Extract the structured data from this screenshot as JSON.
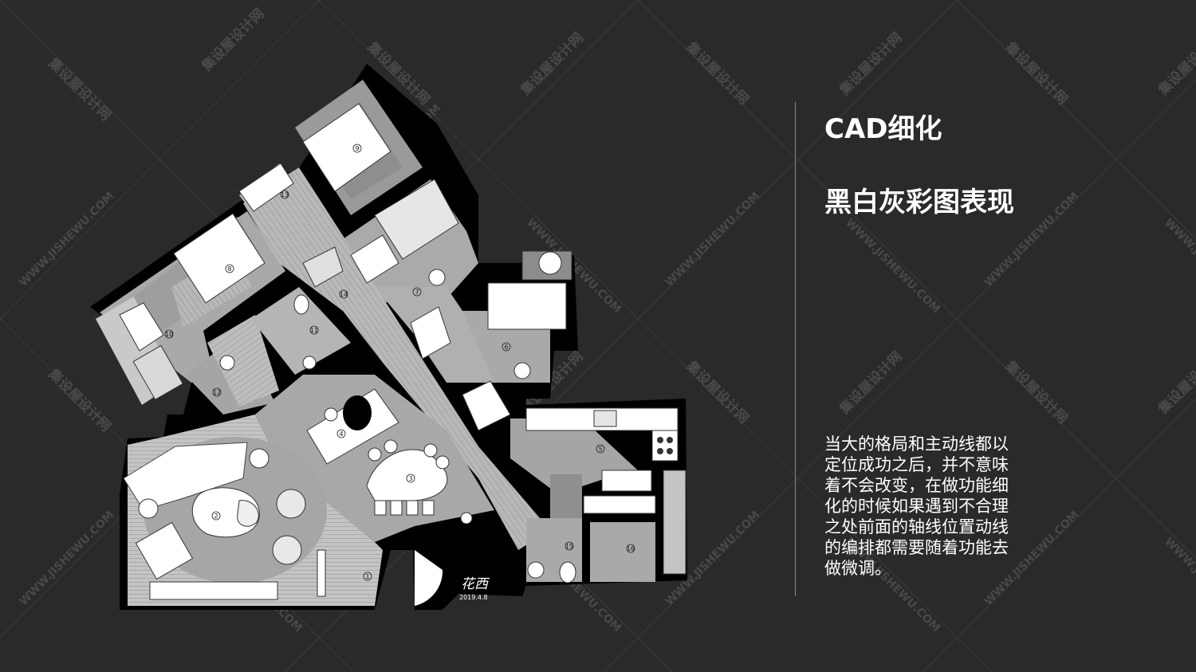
{
  "heading": {
    "title": "CAD细化",
    "subtitle": "黑白灰彩图表现"
  },
  "description": "当大的格局和主动线都以定位成功之后，并不意味着不会改变，在做功能细化的时候如果遇到不合理之处前面的轴线位置动线的编排都需要随着功能去做微调。",
  "watermark": {
    "cn": "集设屋设计网",
    "en": "WWW.JISHEWU.COM"
  },
  "plan": {
    "room_numbers": [
      "1",
      "2",
      "3",
      "4",
      "5",
      "6",
      "7",
      "8",
      "9",
      "10",
      "11",
      "12",
      "13",
      "14",
      "15",
      "16"
    ],
    "signature": "花西",
    "signature_date": "2019.4.8"
  },
  "colors": {
    "background": "#2a2a2a",
    "wall": "#000000",
    "floor_gray": "#a8a8a8",
    "furniture": "#ffffff",
    "text": "#ffffff"
  }
}
